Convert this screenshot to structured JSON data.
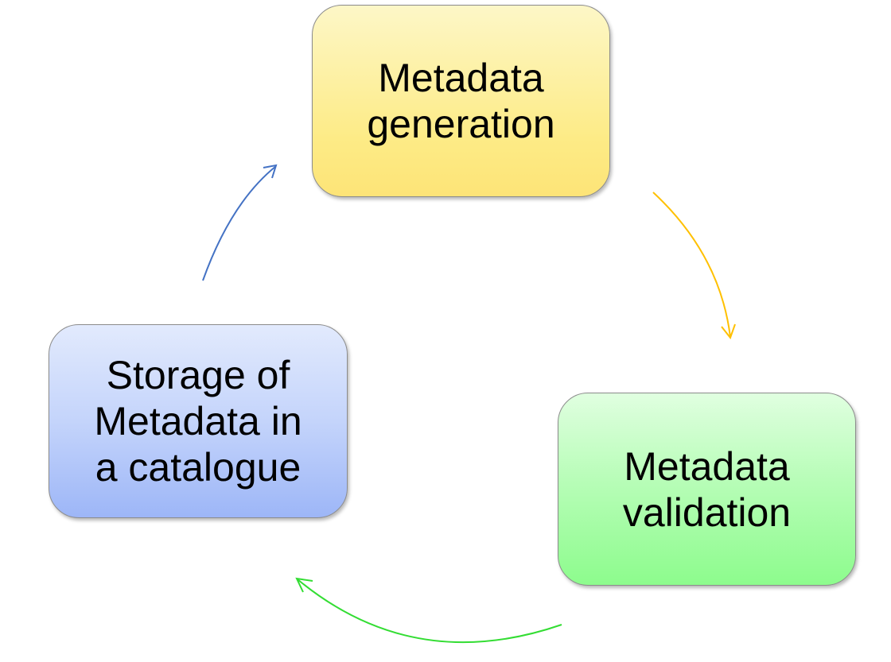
{
  "diagram": {
    "nodes": [
      {
        "id": "generation",
        "label": "Metadata\ngeneration",
        "color": "#fde880"
      },
      {
        "id": "validation",
        "label": "Metadata\nvalidation",
        "color": "#a5fca5"
      },
      {
        "id": "storage",
        "label": "Storage of\nMetadata in\na catalogue",
        "color": "#b3c6f9"
      }
    ],
    "edges": [
      {
        "from": "generation",
        "to": "validation",
        "color": "#ffc000"
      },
      {
        "from": "validation",
        "to": "storage",
        "color": "#33dd33"
      },
      {
        "from": "storage",
        "to": "generation",
        "color": "#4472c4"
      }
    ]
  }
}
